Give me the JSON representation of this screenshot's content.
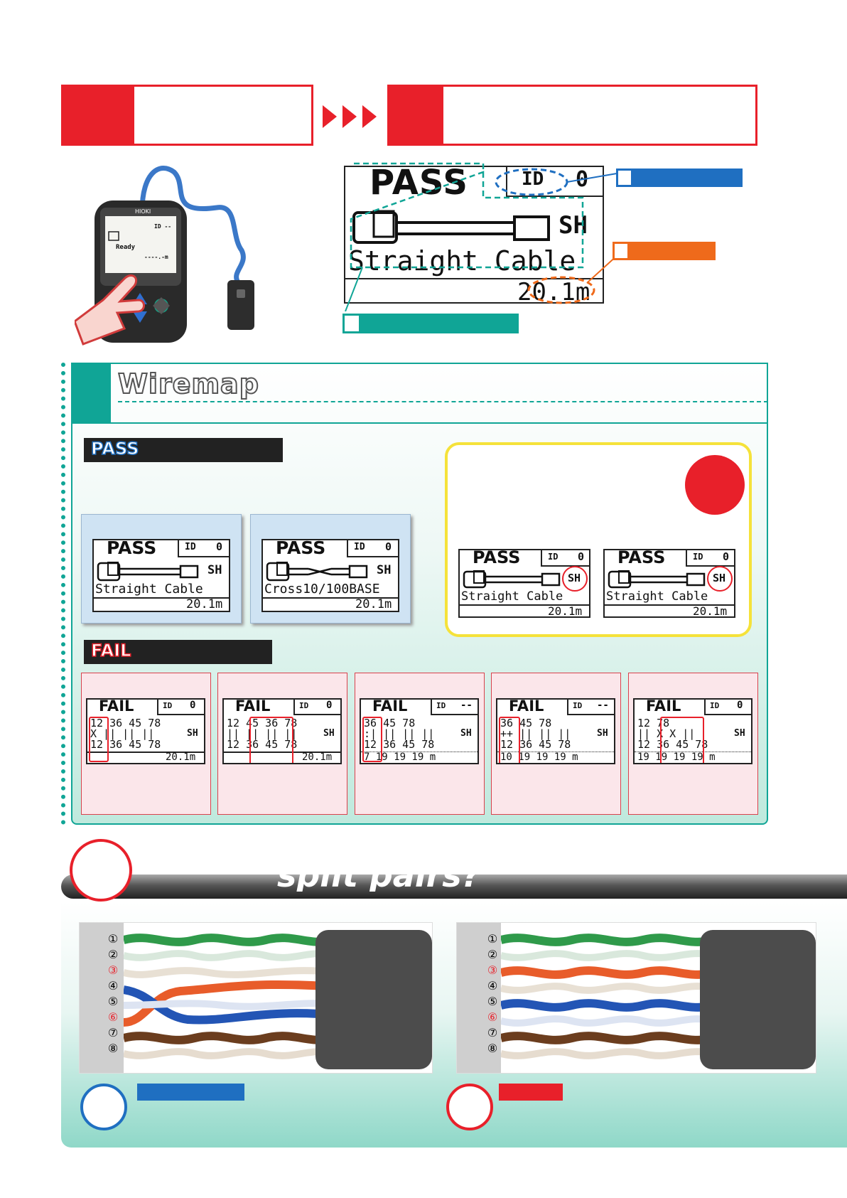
{
  "wiremap_section": {
    "title": "Wiremap",
    "pass_label": "PASS",
    "fail_label": "FAIL"
  },
  "split_pair": {
    "title": "split pairs?"
  },
  "main_screen": {
    "status": "PASS",
    "id_label": "ID",
    "id_value": "0",
    "shield": "SH",
    "cable_type": "Straight Cable",
    "length": "20.1m"
  },
  "tester": {
    "brand": "HIOKI",
    "id_text": "ID --",
    "status_text": "Ready",
    "length_text": "----.-m"
  },
  "pass_examples": [
    {
      "status": "PASS",
      "id_label": "ID",
      "id_value": "0",
      "shield": "SH",
      "cable_type": "Straight Cable",
      "length": "20.1m"
    },
    {
      "status": "PASS",
      "id_label": "ID",
      "id_value": "0",
      "shield": "SH",
      "cable_type": "Cross10/100BASE",
      "length": "20.1m"
    }
  ],
  "shield_examples": [
    {
      "status": "PASS",
      "id_label": "ID",
      "id_value": "0",
      "shield": "SH",
      "cable_type": "Straight Cable",
      "length": "20.1m"
    },
    {
      "status": "PASS",
      "id_label": "ID",
      "id_value": "0",
      "shield": "SH",
      "cable_type": "Straight Cable",
      "length": "20.1m"
    }
  ],
  "fail_examples": [
    {
      "status": "FAIL",
      "id_label": "ID",
      "id_value": "0",
      "top": "12 36 45 78",
      "mid": "X  || || ||",
      "bottom": "12 36 45 78",
      "shield": "SH",
      "footer": "20.1m"
    },
    {
      "status": "FAIL",
      "id_label": "ID",
      "id_value": "0",
      "top": "12 45 36 78",
      "mid": "|| || || ||",
      "bottom": "12 36 45 78",
      "shield": "SH",
      "footer": "20.1m"
    },
    {
      "status": "FAIL",
      "id_label": "ID",
      "id_value": "--",
      "top": "   36 45 78",
      "mid": ":| || || ||",
      "bottom": "12 36 45 78",
      "shield": "SH",
      "footer": "7  19 19 19  m"
    },
    {
      "status": "FAIL",
      "id_label": "ID",
      "id_value": "--",
      "top": "   36 45 78",
      "mid": "++ || || ||",
      "bottom": "12 36 45 78",
      "shield": "SH",
      "footer": "10 19 19 19  m"
    },
    {
      "status": "FAIL",
      "id_label": "ID",
      "id_value": "0",
      "top": "12       78",
      "mid": "|| X  X  ||",
      "bottom": "12 36 45 78",
      "shield": "SH",
      "footer": "19 19 19 19  m"
    }
  ],
  "pin_numbers": [
    "①",
    "②",
    "③",
    "④",
    "⑤",
    "⑥",
    "⑦",
    "⑧"
  ],
  "colors": {
    "red": "#e8202a",
    "blue": "#1f6fc1",
    "orange": "#ef6a1b",
    "teal": "#10a596",
    "yellow": "#f5e23a"
  }
}
